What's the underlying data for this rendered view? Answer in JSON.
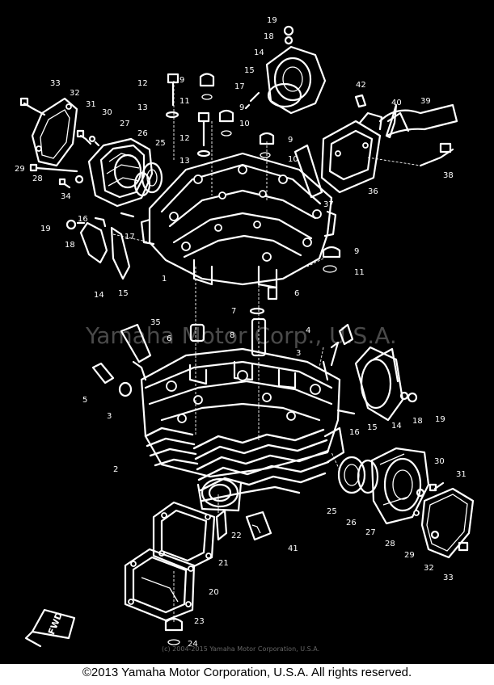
{
  "diagram": {
    "watermark_center": "Yamaha Motor Corp., U.S.A.",
    "watermark_small": "(c) 2004-2015 Yamaha Motor Corporation, U.S.A.",
    "fwd_label": "FWD",
    "callouts": [
      "1",
      "2",
      "3",
      "4",
      "5",
      "6",
      "7",
      "8",
      "9",
      "10",
      "11",
      "12",
      "13",
      "14",
      "15",
      "16",
      "17",
      "18",
      "19",
      "20",
      "21",
      "22",
      "23",
      "24",
      "25",
      "26",
      "27",
      "28",
      "29",
      "30",
      "31",
      "32",
      "33",
      "35",
      "36",
      "37",
      "38",
      "39",
      "40",
      "41",
      "42"
    ]
  },
  "footer": {
    "copyright": "©2013 Yamaha Motor Corporation, U.S.A. All rights reserved."
  }
}
